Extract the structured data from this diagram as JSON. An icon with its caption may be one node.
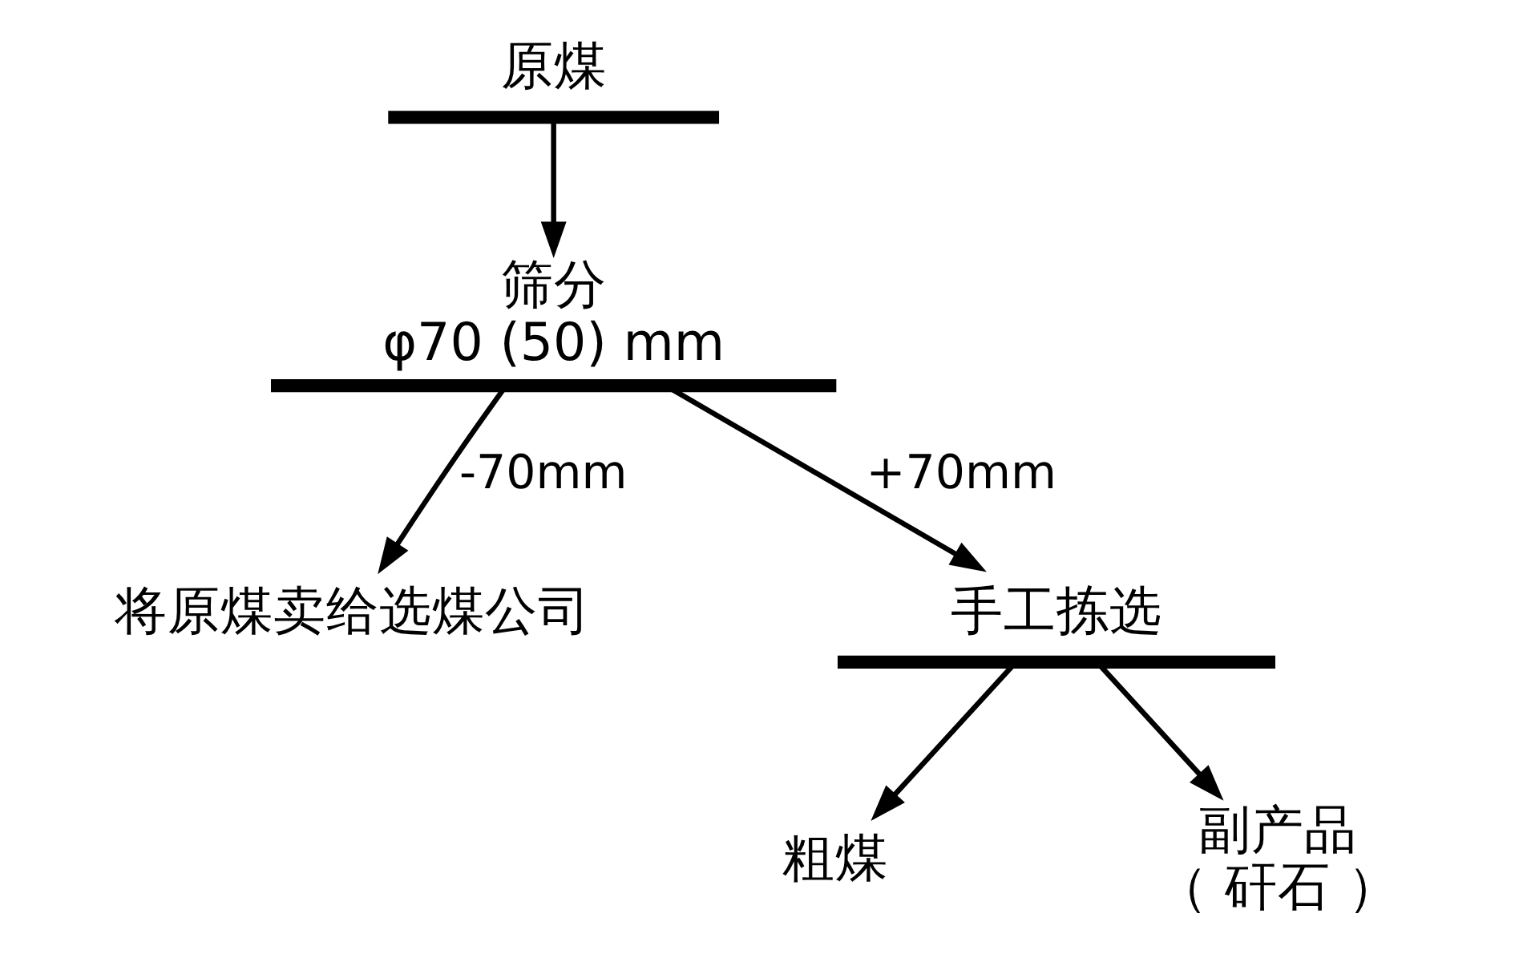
{
  "diagram": {
    "nodes": [
      {
        "text": [
          "原煤"
        ]
      },
      {
        "text": [
          "筛分",
          "φ70 (50) mm"
        ]
      },
      {
        "text": [
          "将原煤卖给选煤公司"
        ]
      },
      {
        "text": [
          "手工拣选"
        ]
      },
      {
        "text": [
          "粗煤"
        ]
      },
      {
        "text": [
          "副产品",
          "（ 矸石 ）"
        ]
      }
    ],
    "edges": [
      {
        "from": 0,
        "to": 1,
        "arrow": "to"
      },
      {
        "from": 1,
        "to": 2,
        "arrow": "to",
        "label": "-70mm"
      },
      {
        "from": 1,
        "to": 3,
        "arrow": "to",
        "label": "+70mm"
      },
      {
        "from": 3,
        "to": 4,
        "arrow": "to"
      },
      {
        "from": 3,
        "to": 5,
        "arrow": "to"
      }
    ]
  }
}
